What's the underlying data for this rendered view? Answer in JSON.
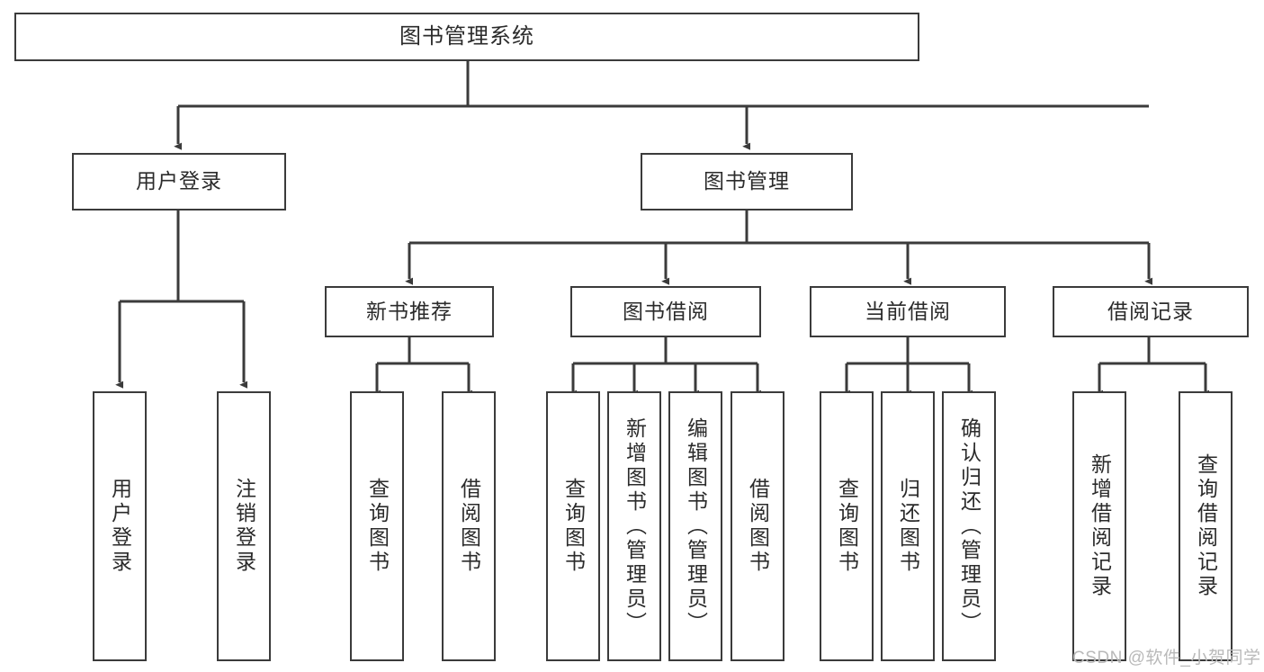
{
  "diagram": {
    "type": "tree-hierarchy",
    "title": "图书管理系统",
    "watermark": "CSDN @软件_小贺同学",
    "colors": {
      "stroke": "#3b3b3b",
      "fill": "#ffffff",
      "text": "#2b2b2b",
      "watermark": "#b9b9b9"
    },
    "nodes": {
      "root": {
        "label": "图书管理系统"
      },
      "level2": [
        {
          "id": "user-login",
          "label": "用户登录"
        },
        {
          "id": "book-manage",
          "label": "图书管理"
        }
      ],
      "level3": [
        {
          "id": "new-book-recommend",
          "label": "新书推荐"
        },
        {
          "id": "book-borrow",
          "label": "图书借阅"
        },
        {
          "id": "current-borrow",
          "label": "当前借阅"
        },
        {
          "id": "borrow-record",
          "label": "借阅记录"
        }
      ],
      "leaves": {
        "user-login": [
          {
            "id": "leaf-user-login",
            "label": "用户登录"
          },
          {
            "id": "leaf-user-logout",
            "label": "注销登录"
          }
        ],
        "new-book-recommend": [
          {
            "id": "leaf-query-book-1",
            "label": "查询图书"
          },
          {
            "id": "leaf-borrow-book-1",
            "label": "借阅图书"
          }
        ],
        "book-borrow": [
          {
            "id": "leaf-query-book-2",
            "label": "查询图书"
          },
          {
            "id": "leaf-add-book",
            "label": "新增图书（管理员）"
          },
          {
            "id": "leaf-edit-book",
            "label": "编辑图书（管理员）"
          },
          {
            "id": "leaf-borrow-book-2",
            "label": "借阅图书"
          }
        ],
        "current-borrow": [
          {
            "id": "leaf-query-book-3",
            "label": "查询图书"
          },
          {
            "id": "leaf-return-book",
            "label": "归还图书"
          },
          {
            "id": "leaf-confirm-return",
            "label": "确认归还（管理员）"
          }
        ],
        "borrow-record": [
          {
            "id": "leaf-add-record",
            "label": "新增借阅记录"
          },
          {
            "id": "leaf-query-record",
            "label": "查询借阅记录"
          }
        ]
      }
    }
  }
}
